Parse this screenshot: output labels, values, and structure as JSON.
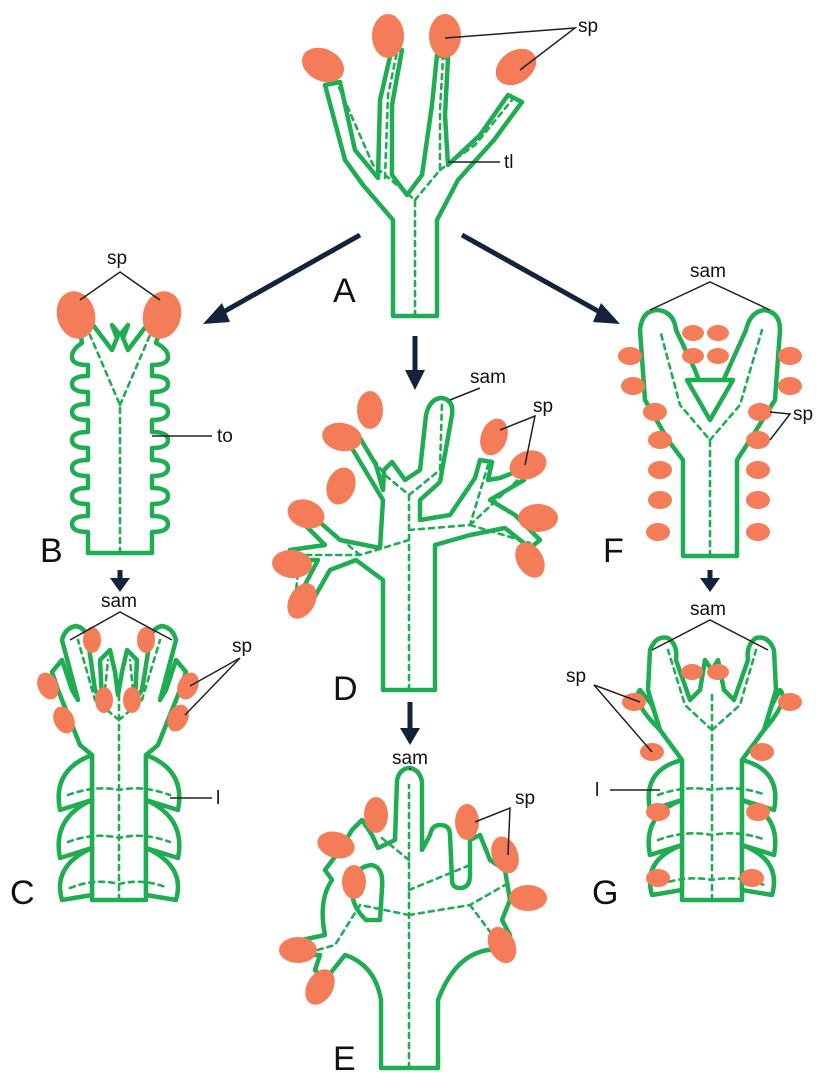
{
  "panels": {
    "a": "A",
    "b": "B",
    "c": "C",
    "d": "D",
    "e": "E",
    "f": "F",
    "g": "G"
  },
  "labels": {
    "sporangium": "sp",
    "telome": "tl",
    "telome_outgrowth": "to",
    "shoot_apical_meristem": "sam",
    "leaf": "l"
  },
  "colors": {
    "tissue_outline": "#1fad54",
    "sporangium": "#f47c58",
    "arrow": "#13233a"
  }
}
